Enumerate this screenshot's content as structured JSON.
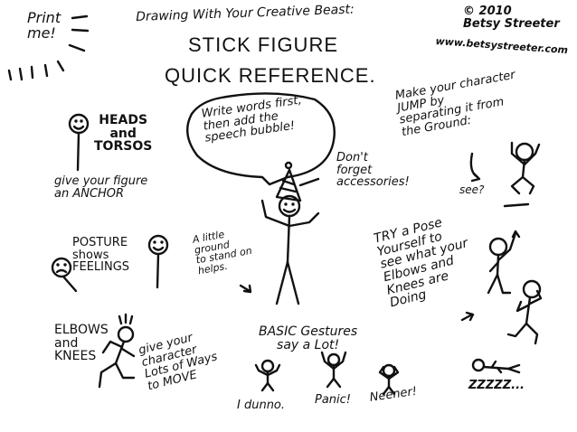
{
  "header": {
    "print_me": "Print\nme!",
    "series": "Drawing With Your Creative Beast:",
    "title_line1": "STICK FIGURE",
    "title_line2": "QUICK REFERENCE.",
    "copyright": "© 2010\nBetsy Streeter",
    "website": "www.betsystreeter.com"
  },
  "sections": {
    "heads": {
      "text1": "HEADS\nand\nTORSOS",
      "text2": "give your figure\nan ANCHOR"
    },
    "speech": {
      "bubble": "Write words first,\nthen add the\nspeech bubble!"
    },
    "accessories": {
      "text": "Don't\nforget\naccessories!"
    },
    "jump": {
      "text": "Make your character\nJUMP by\nseparating it from\nthe Ground:",
      "see": "see?"
    },
    "posture": {
      "text": "POSTURE\nshows\nFEELINGS"
    },
    "ground": {
      "text": "A little\nground\nto stand on\nhelps."
    },
    "pose": {
      "text": "TRY a Pose\nYourself to\nsee what your\nElbows and\nKnees are\nDoing"
    },
    "elbows": {
      "text1": "ELBOWS\nand\nKNEES",
      "text2": "give your\ncharacter\nLots of Ways\nto MOVE"
    },
    "gestures": {
      "title": "BASIC Gestures\nsay a Lot!",
      "items": [
        "I dunno.",
        "Panic!",
        "Neener!"
      ]
    },
    "sleep": {
      "text": "ZZZZZ..."
    }
  },
  "icons": [
    "stick-head-icon",
    "sad-face-icon",
    "party-hat-icon",
    "jumping-figure-icon",
    "pointing-figure-icon",
    "sleeping-figure-icon"
  ]
}
